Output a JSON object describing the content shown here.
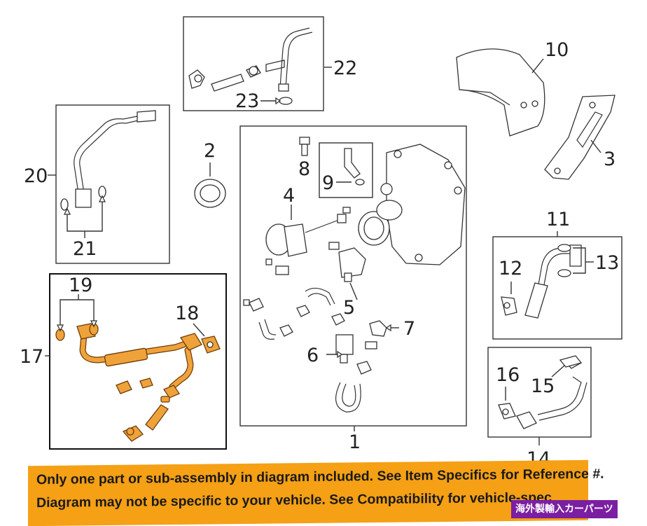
{
  "callouts": {
    "c1": "1",
    "c2": "2",
    "c3": "3",
    "c4": "4",
    "c5": "5",
    "c6": "6",
    "c7": "7",
    "c8": "8",
    "c9": "9",
    "c10": "10",
    "c11": "11",
    "c12": "12",
    "c13": "13",
    "c14": "14",
    "c15": "15",
    "c16": "16",
    "c17": "17",
    "c18": "18",
    "c19": "19",
    "c20": "20",
    "c21": "21",
    "c22": "22",
    "c23": "23"
  },
  "banner": {
    "line1": "Only one part or sub-assembly in diagram included. See Item Specifics for Reference #.",
    "line2": "Diagram may not be specific to your vehicle. See Compatibility for vehicle-spec"
  },
  "seller_tag": "海外製輸入カーパーツ",
  "colors": {
    "highlight": "#f0a23a",
    "banner": "#f5a015",
    "tag": "#7b1fa2"
  }
}
